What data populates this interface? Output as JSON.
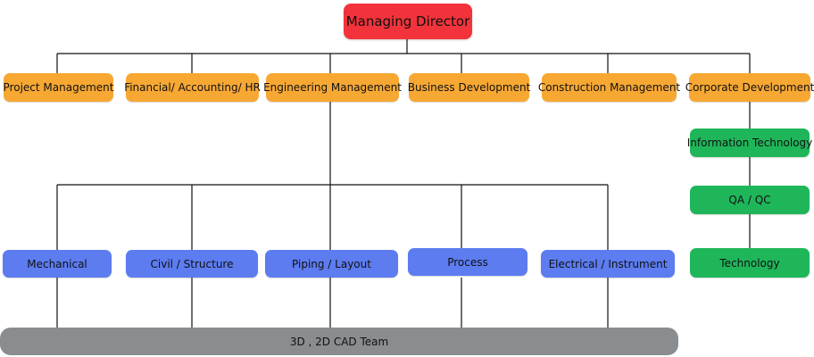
{
  "root": {
    "label": "Managing Director"
  },
  "departments": [
    {
      "label": "Project Management"
    },
    {
      "label": "Financial/ Accounting/ HR"
    },
    {
      "label": "Engineering Management"
    },
    {
      "label": "Business Development"
    },
    {
      "label": "Construction Management"
    },
    {
      "label": "Corporate Development"
    }
  ],
  "corporate_chain": [
    {
      "label": "Information Technology"
    },
    {
      "label": "QA / QC"
    },
    {
      "label": "Technology"
    }
  ],
  "engineering_teams": [
    {
      "label": "Mechanical"
    },
    {
      "label": "Civil / Structure"
    },
    {
      "label": "Piping / Layout"
    },
    {
      "label": "Process"
    },
    {
      "label": "Electrical / Instrument"
    }
  ],
  "cad_team": {
    "label": "3D , 2D CAD Team"
  },
  "colors": {
    "root": "#f2333b",
    "department": "#f7a833",
    "corporate_chain": "#1fb65a",
    "engineering_team": "#5c7cf0",
    "cad_team": "#8a8d8f",
    "connector": "#111111"
  }
}
